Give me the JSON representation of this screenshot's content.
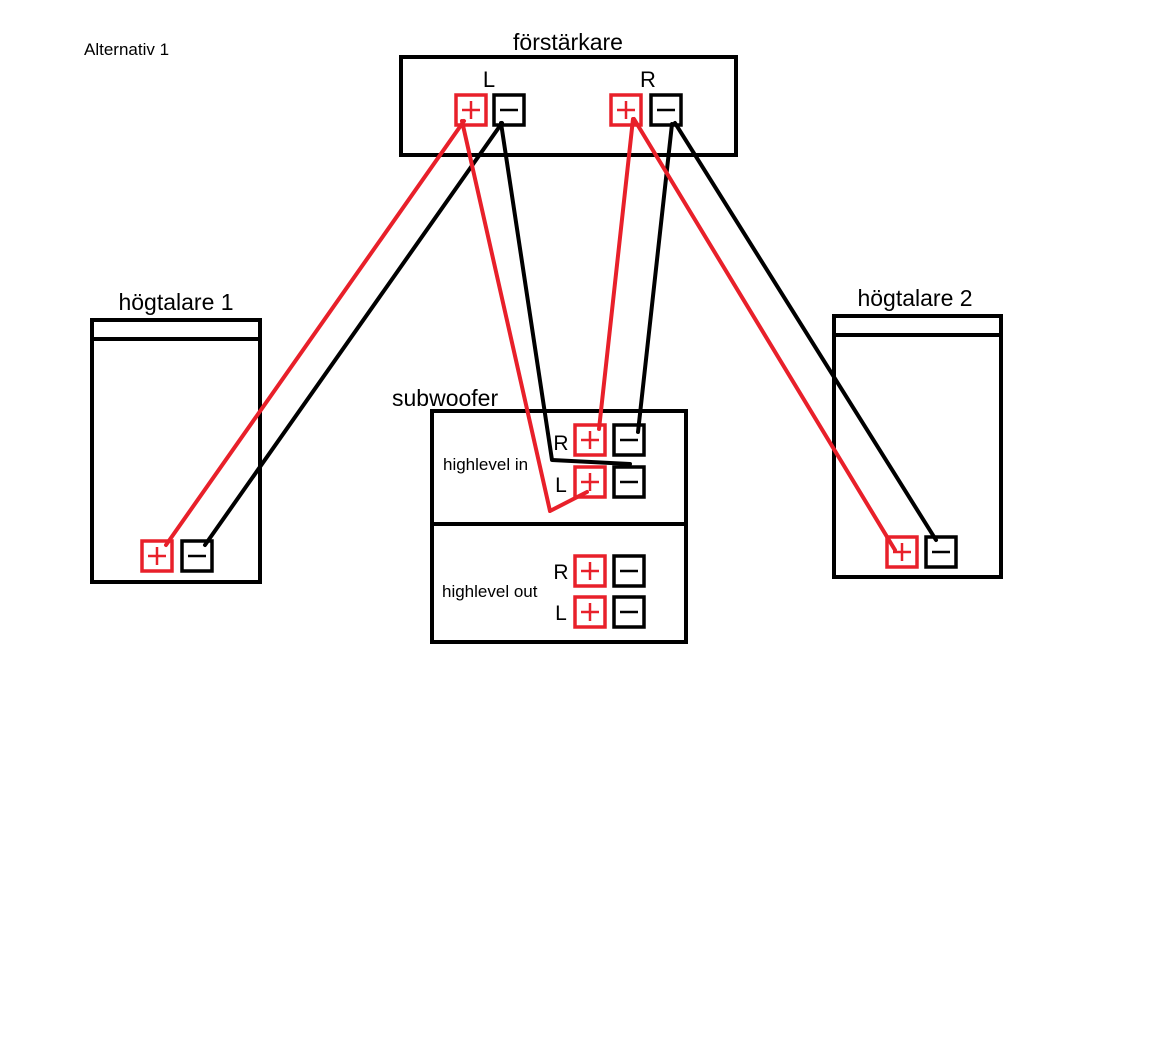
{
  "title": "Alternativ 1",
  "amplifier": {
    "label": "förstärkare",
    "left_label": "L",
    "right_label": "R"
  },
  "speaker1": {
    "label": "högtalare 1"
  },
  "speaker2": {
    "label": "högtalare 2"
  },
  "subwoofer": {
    "label": "subwoofer",
    "in_label": "highlevel in",
    "out_label": "highlevel out",
    "in_r": "R",
    "in_l": "L",
    "out_r": "R",
    "out_l": "L"
  },
  "colors": {
    "positive": "#e8202a",
    "negative": "#000000"
  },
  "icons": {
    "positive_terminal": "plus-terminal-icon",
    "negative_terminal": "minus-terminal-icon"
  }
}
